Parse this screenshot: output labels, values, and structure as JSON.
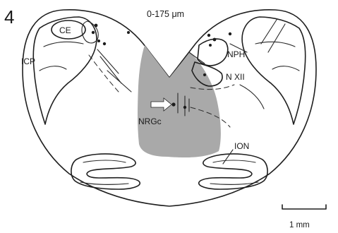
{
  "panel_number": "4",
  "depth_label": "0-175 μm",
  "labels": {
    "ce": "CE",
    "icp": "ICP",
    "nph": "NPH",
    "n_xii": "N XII",
    "nrgc": "NRGc",
    "ion": "ION"
  },
  "scale_bar": {
    "label": "1 mm"
  },
  "colors": {
    "outline": "#1f1f1f",
    "shaded_region": "#a9a9a9",
    "arrow": "#ffffff",
    "background": "#ffffff"
  }
}
